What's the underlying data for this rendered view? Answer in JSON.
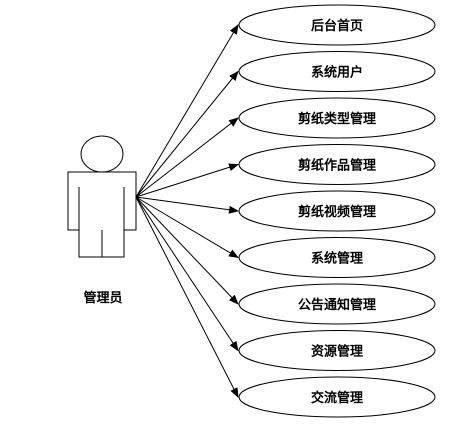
{
  "actor": {
    "name": "管理员"
  },
  "use_cases": [
    {
      "label": "后台首页"
    },
    {
      "label": "系统用户"
    },
    {
      "label": "剪纸类型管理"
    },
    {
      "label": "剪纸作品管理"
    },
    {
      "label": "剪纸视频管理"
    },
    {
      "label": "系统管理"
    },
    {
      "label": "公告通知管理"
    },
    {
      "label": "资源管理"
    },
    {
      "label": "交流管理"
    }
  ],
  "colors": {
    "stroke": "#000000",
    "background": "#ffffff"
  }
}
